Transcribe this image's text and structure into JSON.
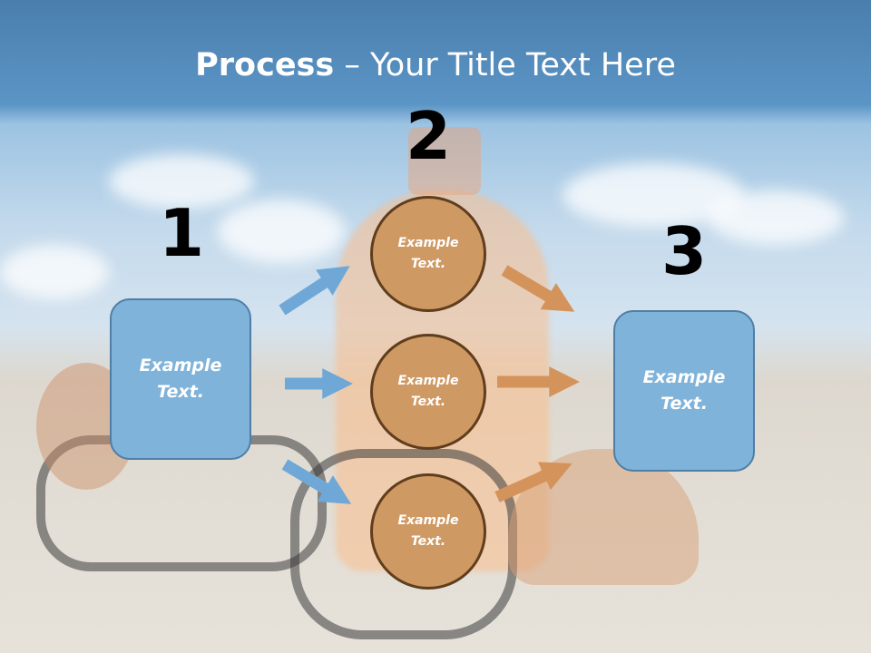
{
  "title": {
    "bold": "Process",
    "rest": " – Your Title Text Here"
  },
  "steps": [
    {
      "number": "1",
      "text": "Example\nText."
    },
    {
      "number": "2",
      "items": [
        "Example\nText.",
        "Example\nText.",
        "Example\nText."
      ]
    },
    {
      "number": "3",
      "text": "Example\nText."
    }
  ],
  "colors": {
    "box": "#7fb3d9",
    "circle": "#cf9963",
    "arrow_blue": "#6fa8d6",
    "arrow_orange": "#d4935a"
  }
}
